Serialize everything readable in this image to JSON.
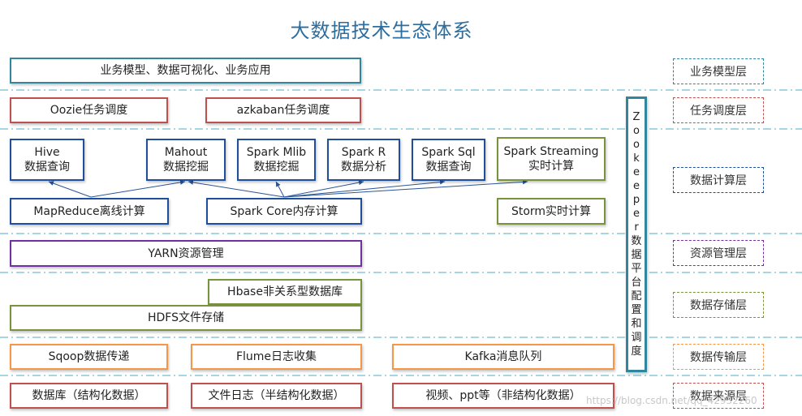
{
  "title": "大数据技术生态体系",
  "rows": {
    "model": "业务模型、数据可视化、业务应用",
    "oozie": "Oozie任务调度",
    "azkaban": "azkaban任务调度",
    "hive": [
      "Hive",
      "数据查询"
    ],
    "mahout": [
      "Mahout",
      "数据挖掘"
    ],
    "mlib": [
      "Spark Mlib",
      "数据挖掘"
    ],
    "sparkr": [
      "Spark R",
      "数据分析"
    ],
    "sparksql": [
      "Spark Sql",
      "数据查询"
    ],
    "streaming": [
      "Spark Streaming",
      "实时计算"
    ],
    "mapreduce": "MapReduce离线计算",
    "sparkcore": "Spark Core内存计算",
    "storm": "Storm实时计算",
    "yarn": "YARN资源管理",
    "hbase": "Hbase非关系型数据库",
    "hdfs": "HDFS文件存储",
    "sqoop": "Sqoop数据传递",
    "flume": "Flume日志收集",
    "kafka": "Kafka消息队列",
    "db": "数据库（结构化数据）",
    "log": "文件日志（半结构化数据）",
    "video": "视频、ppt等（非结构化数据）"
  },
  "zookeeper": [
    "Z",
    "o",
    "o",
    "k",
    "e",
    "e",
    "p",
    "e",
    "r",
    "数",
    "据",
    "平",
    "台",
    "配",
    "置",
    "和",
    "调",
    "度"
  ],
  "layers": {
    "model": "业务模型层",
    "schedule": "任务调度层",
    "compute": "数据计算层",
    "resource": "资源管理层",
    "storage": "数据存储层",
    "transfer": "数据传输层",
    "source": "数据来源层"
  },
  "colors": {
    "title": "#2e6e9e",
    "teal": "#31859c",
    "red": "#c0504d",
    "blue": "#1f4e9c",
    "green": "#77933c",
    "purple": "#7030a0",
    "orange": "#f79646",
    "divider": "#4bacc6"
  },
  "watermark": "https://blog.csdn.net/qq_42932260"
}
